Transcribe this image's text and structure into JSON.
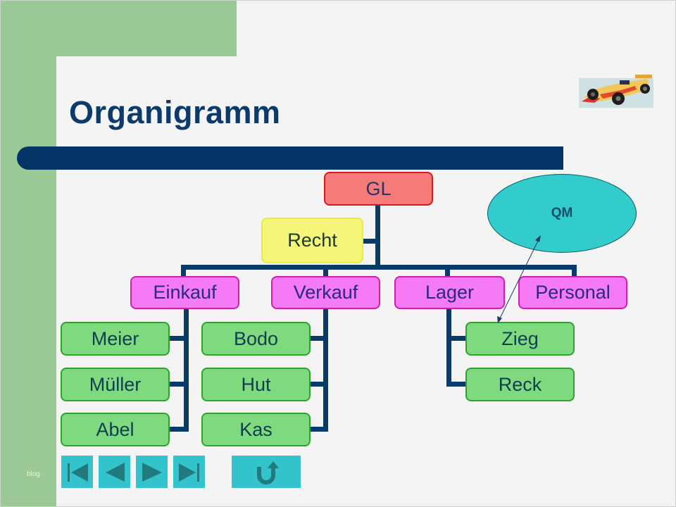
{
  "slide": {
    "title": "Organigramm",
    "footer_text": "blog"
  },
  "colors": {
    "accent_green": "#9bc995",
    "title_color": "#0b3a6b",
    "bar_color": "#043466",
    "gl_fill": "#f77a7a",
    "recht_fill": "#f5f57a",
    "dept_fill": "#f57af5",
    "person_fill": "#7fd97f",
    "qm_fill": "#33cccc",
    "nav_button_fill": "#33c3cb"
  },
  "org_chart": {
    "root": {
      "label": "GL"
    },
    "staff": {
      "label": "Recht"
    },
    "quality": {
      "label": "QM",
      "arrow_target": "Zieg"
    },
    "departments": [
      {
        "label": "Einkauf",
        "members": [
          "Meier",
          "Müller",
          "Abel"
        ]
      },
      {
        "label": "Verkauf",
        "members": [
          "Bodo",
          "Hut",
          "Kas"
        ]
      },
      {
        "label": "Lager",
        "members": [
          "Zieg",
          "Reck"
        ]
      },
      {
        "label": "Personal",
        "members": []
      }
    ]
  },
  "navigation": {
    "buttons": [
      {
        "name": "first-slide-button",
        "icon": "skip-to-start-icon"
      },
      {
        "name": "previous-slide-button",
        "icon": "triangle-left-icon"
      },
      {
        "name": "next-slide-button",
        "icon": "triangle-right-icon"
      },
      {
        "name": "last-slide-button",
        "icon": "skip-to-end-icon"
      },
      {
        "name": "return-button",
        "icon": "u-turn-arrow-icon"
      }
    ]
  },
  "images": {
    "logo": "race-car-image"
  }
}
